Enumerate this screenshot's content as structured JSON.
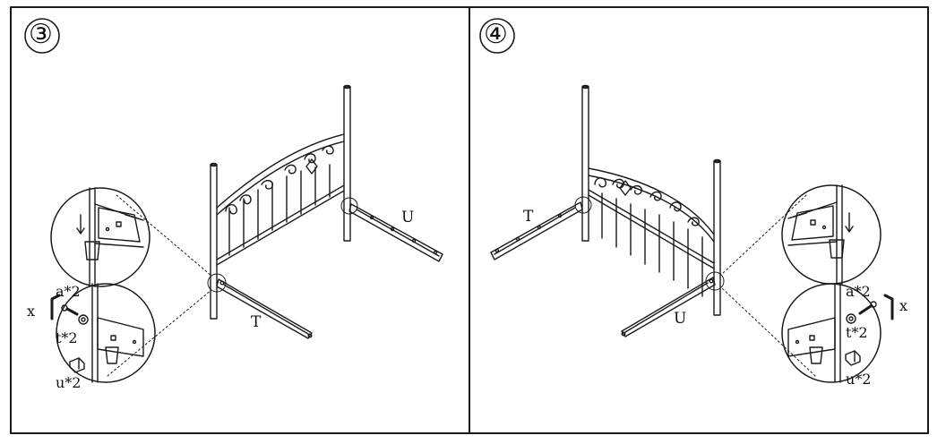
{
  "panels": [
    {
      "step": "③",
      "rail_labels": {
        "side_a": "T",
        "side_b": "U"
      },
      "hardware": {
        "bolt": "a*2",
        "washer": "t*2",
        "nut": "u*2",
        "tool": "x"
      }
    },
    {
      "step": "④",
      "rail_labels": {
        "side_a": "T",
        "side_b": "U"
      },
      "hardware": {
        "bolt": "a*2",
        "washer": "t*2",
        "nut": "u*2",
        "tool": "x"
      }
    }
  ],
  "colors": {
    "line": "#1a1a1a",
    "background": "#ffffff"
  }
}
